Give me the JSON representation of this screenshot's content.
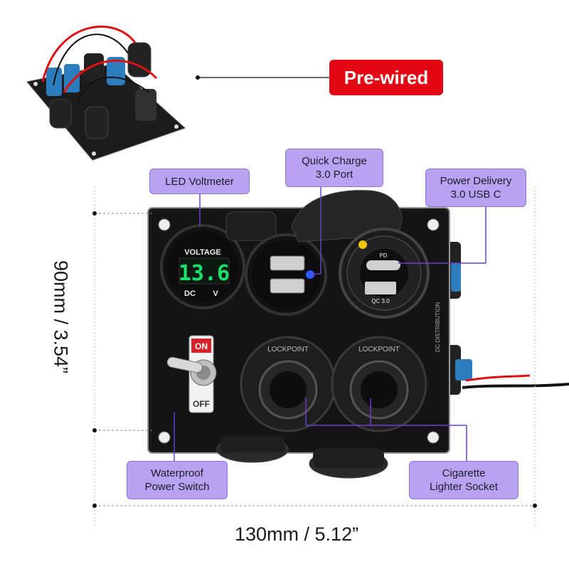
{
  "badge": {
    "prewired": "Pre-wired"
  },
  "callouts": {
    "led_voltmeter": "LED Voltmeter",
    "quick_charge": "Quick Charge\n3.0 Port",
    "power_delivery": "Power Delivery\n3.0 USB C",
    "waterproof_switch": "Waterproof\nPower Switch",
    "cigarette_socket": "Cigarette\nLighter Socket"
  },
  "dimensions": {
    "height": "90mm / 3.54”",
    "width": "130mm / 5.12”"
  },
  "panel_labels": {
    "voltage": "VOLTAGE",
    "reading": "13.6",
    "dc": "DC",
    "v": "V",
    "on": "ON",
    "off": "OFF",
    "pd": "PD",
    "qc": "QC 3.0",
    "lockpoint_1": "LOCKPOINT",
    "lockpoint_2": "LOCKPOINT",
    "side_text": "DC DISTRIBUTION"
  },
  "colors": {
    "badge_red": "#e30613",
    "callout_purple": "#b9a2f2",
    "voltmeter_green": "#19e06a",
    "switch_red": "#d4232a",
    "usb_blue": "#2a5cff"
  }
}
